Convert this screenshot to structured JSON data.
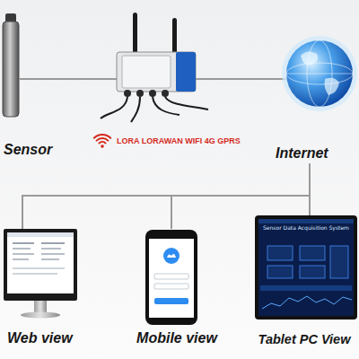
{
  "diagram": {
    "nodes": [
      {
        "text": [
          "Sensor"
        ]
      },
      {
        "text": [
          "LORA LORAWAN WIFI 4G GPRS"
        ]
      },
      {
        "text": [
          "Internet"
        ]
      },
      {
        "text": [
          "Web view"
        ]
      },
      {
        "text": [
          "Mobile view"
        ]
      },
      {
        "text": [
          "Tablet PC View"
        ]
      }
    ],
    "edges": [
      {
        "from": 0,
        "to": 1,
        "arrow": "none"
      },
      {
        "from": 1,
        "to": 2,
        "arrow": "none"
      },
      {
        "from": 2,
        "to": 3,
        "arrow": "none"
      },
      {
        "from": 2,
        "to": 4,
        "arrow": "none"
      },
      {
        "from": 2,
        "to": 5,
        "arrow": "none"
      }
    ],
    "labels": [
      "Sensor Data Acquisition System"
    ]
  }
}
